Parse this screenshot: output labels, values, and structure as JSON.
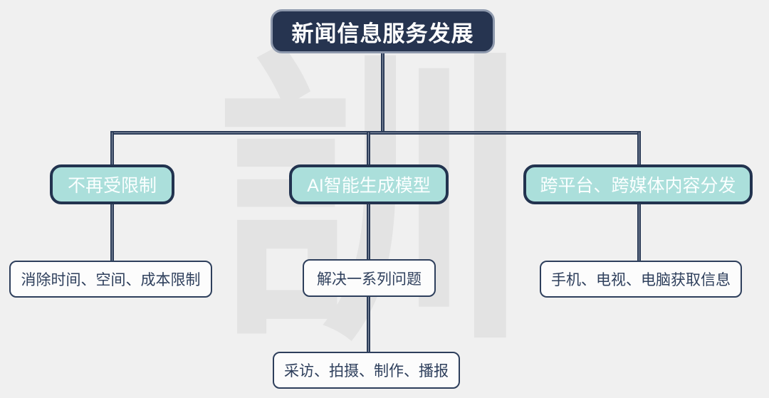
{
  "watermark": {
    "text": "訓"
  },
  "diagram": {
    "root": {
      "label": "新闻信息服务发展"
    },
    "branches": [
      {
        "label": "不再受限制",
        "children": [
          {
            "label": "消除时间、空间、成本限制"
          }
        ]
      },
      {
        "label": "AI智能生成模型",
        "children": [
          {
            "label": "解决一系列问题",
            "children": [
              {
                "label": "采访、拍摄、制作、播报"
              }
            ]
          }
        ]
      },
      {
        "label": "跨平台、跨媒体内容分发",
        "children": [
          {
            "label": "手机、电视、电脑获取信息"
          }
        ]
      }
    ]
  },
  "colors": {
    "background": "#f0f0f0",
    "watermark": "#e3e3e3",
    "root_fill": "#263450",
    "root_border": "#8e99ad",
    "root_text": "#ffffff",
    "branch_fill": "#abdfdb",
    "branch_border": "#22334f",
    "branch_text": "#ffffff",
    "leaf_fill": "#fcfcfc",
    "leaf_border": "#2e3f5c",
    "leaf_text": "#2e3f5c",
    "connector": "#2b3b57"
  }
}
